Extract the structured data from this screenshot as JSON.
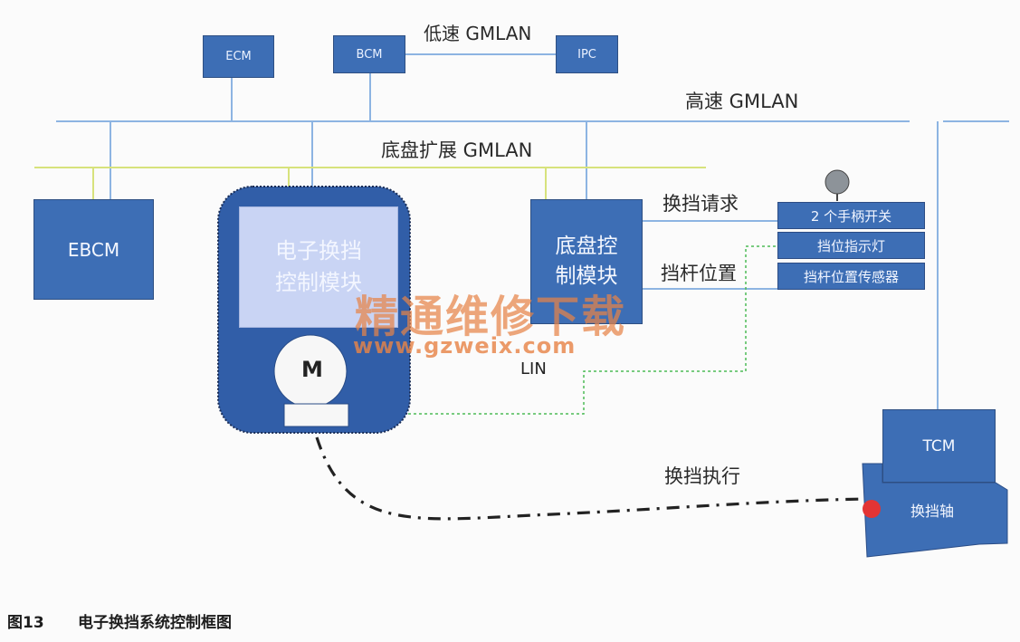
{
  "buses": {
    "low_speed": "低速 GMLAN",
    "high_speed": "高速 GMLAN",
    "chassis_expansion": "底盘扩展 GMLAN",
    "lin": "LIN"
  },
  "modules": {
    "ecm": "ECM",
    "bcm": "BCM",
    "ipc": "IPC",
    "ebcm": "EBCM",
    "electronic_shift_module": "电子换挡\n控制模块",
    "motor": "M",
    "chassis_control_module": "底盘控\n制模块",
    "tcm": "TCM",
    "shift_shaft": "换挡轴"
  },
  "signals": {
    "shift_request": "换挡请求",
    "lever_position": "挡杆位置",
    "shift_execution": "换挡执行"
  },
  "inputs": {
    "handle_switches": "2 个手柄开关",
    "gear_indicator": "挡位指示灯",
    "lever_sensor": "挡杆位置传感器"
  },
  "watermark": {
    "text": "精通维修下载",
    "url": "www.gzweix.com"
  },
  "caption": {
    "number": "图13",
    "title": "电子换挡系统控制框图"
  },
  "colors": {
    "module_blue": "#3d6eb5",
    "dark_module_blue": "#315ea8",
    "bus_blue": "#8db4e2",
    "bus_yellow": "#d7e27c",
    "lin_green": "#4dbb56",
    "actuator_red": "#e33434",
    "watermark_orange": "#e68448"
  }
}
